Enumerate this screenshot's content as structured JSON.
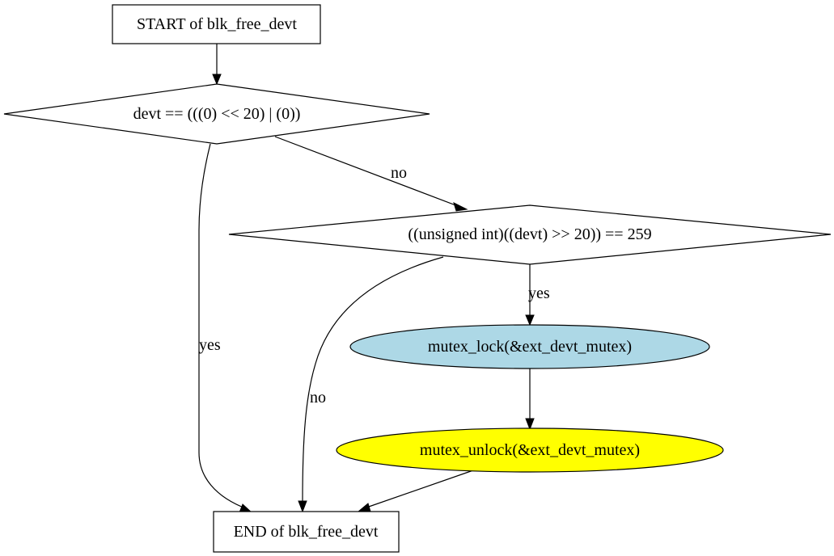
{
  "nodes": {
    "start": {
      "label": "START of blk_free_devt",
      "shape": "box",
      "fill": "#ffffff"
    },
    "cond_zero": {
      "label": "devt == (((0) << 20) | (0))",
      "shape": "diamond",
      "fill": "#ffffff"
    },
    "cond_major": {
      "label": "((unsigned int)((devt) >> 20)) == 259",
      "shape": "diamond",
      "fill": "#ffffff"
    },
    "lock": {
      "label": "mutex_lock(&ext_devt_mutex)",
      "shape": "ellipse",
      "fill": "#add8e6"
    },
    "unlock": {
      "label": "mutex_unlock(&ext_devt_mutex)",
      "shape": "ellipse",
      "fill": "#ffff00"
    },
    "end": {
      "label": "END of blk_free_devt",
      "shape": "box",
      "fill": "#ffffff"
    }
  },
  "edges": {
    "start_to_cond_zero": {
      "from": "START of blk_free_devt",
      "to": "devt == (((0) << 20) | (0))",
      "label": ""
    },
    "cond_zero_yes": {
      "from": "devt == (((0) << 20) | (0))",
      "to": "END of blk_free_devt",
      "label": "yes"
    },
    "cond_zero_no": {
      "from": "devt == (((0) << 20) | (0))",
      "to": "((unsigned int)((devt) >> 20)) == 259",
      "label": "no"
    },
    "cond_major_yes": {
      "from": "((unsigned int)((devt) >> 20)) == 259",
      "to": "mutex_lock(&ext_devt_mutex)",
      "label": "yes"
    },
    "cond_major_no": {
      "from": "((unsigned int)((devt) >> 20)) == 259",
      "to": "END of blk_free_devt",
      "label": "no"
    },
    "lock_to_unlock": {
      "from": "mutex_lock(&ext_devt_mutex)",
      "to": "mutex_unlock(&ext_devt_mutex)",
      "label": ""
    },
    "unlock_to_end": {
      "from": "mutex_unlock(&ext_devt_mutex)",
      "to": "END of blk_free_devt",
      "label": ""
    }
  }
}
